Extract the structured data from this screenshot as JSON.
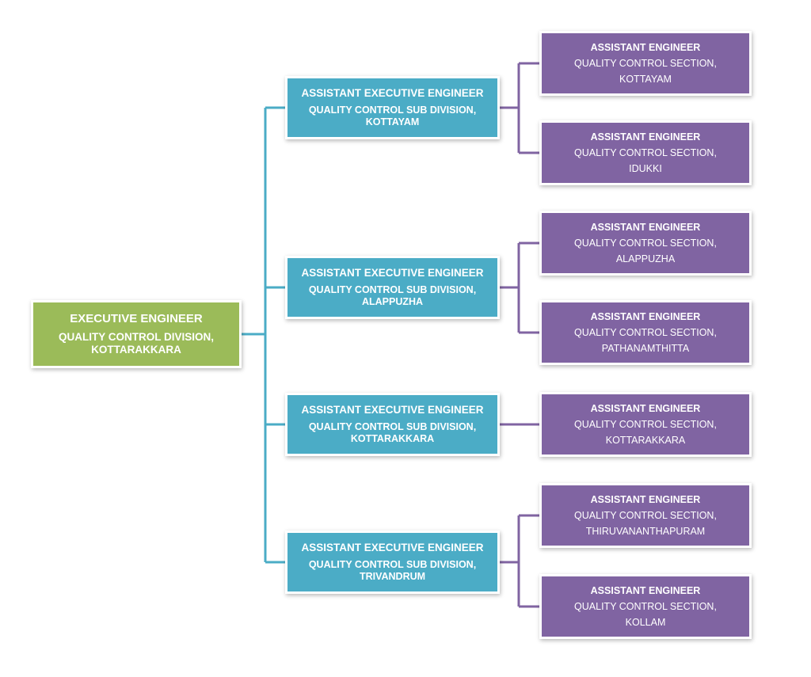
{
  "executive": {
    "title": "EXECUTIVE ENGINEER",
    "unit": "QUALITY CONTROL DIVISION,",
    "location": "KOTTARAKKARA"
  },
  "sub_divisions": [
    {
      "title": "ASSISTANT EXECUTIVE ENGINEER",
      "unit": "QUALITY CONTROL SUB DIVISION,",
      "location": "KOTTAYAM",
      "sections": [
        {
          "title": "ASSISTANT ENGINEER",
          "unit": "QUALITY CONTROL SECTION,",
          "location": "KOTTAYAM"
        },
        {
          "title": "ASSISTANT ENGINEER",
          "unit": "QUALITY CONTROL SECTION,",
          "location": "IDUKKI"
        }
      ]
    },
    {
      "title": "ASSISTANT EXECUTIVE ENGINEER",
      "unit": "QUALITY CONTROL SUB DIVISION,",
      "location": "ALAPPUZHA",
      "sections": [
        {
          "title": "ASSISTANT ENGINEER",
          "unit": "QUALITY CONTROL SECTION,",
          "location": "ALAPPUZHA"
        },
        {
          "title": "ASSISTANT ENGINEER",
          "unit": "QUALITY CONTROL SECTION,",
          "location": "PATHANAMTHITTA"
        }
      ]
    },
    {
      "title": "ASSISTANT EXECUTIVE ENGINEER",
      "unit": "QUALITY CONTROL SUB DIVISION,",
      "location": "KOTTARAKKARA",
      "sections": [
        {
          "title": "ASSISTANT ENGINEER",
          "unit": "QUALITY CONTROL SECTION,",
          "location": "KOTTARAKKARA"
        }
      ]
    },
    {
      "title": "ASSISTANT EXECUTIVE ENGINEER",
      "unit": "QUALITY CONTROL SUB DIVISION,",
      "location": "TRIVANDRUM",
      "sections": [
        {
          "title": "ASSISTANT ENGINEER",
          "unit": "QUALITY CONTROL SECTION,",
          "location": "THIRUVANANTHAPURAM"
        },
        {
          "title": "ASSISTANT ENGINEER",
          "unit": "QUALITY CONTROL SECTION,",
          "location": "KOLLAM"
        }
      ]
    }
  ],
  "colors": {
    "executive": "#9bbb59",
    "sub_division": "#4bacc6",
    "section": "#8064a2"
  }
}
